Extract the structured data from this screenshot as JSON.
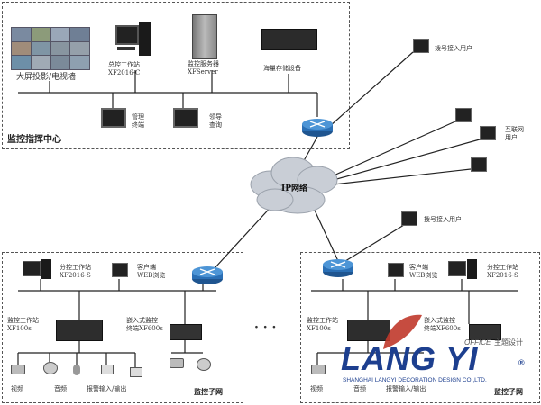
{
  "center": {
    "title": "监控指挥中心",
    "screen_label": "大屏投影/电视墙",
    "master_station": "总控工作站\nXF2016-C",
    "server": "监控服务器\nXFServer",
    "storage": "海量存储设备",
    "mgmt_terminal": "管理\n终端",
    "leader_query": "领导\n查询"
  },
  "network": {
    "label": "IP网络"
  },
  "remote_users": {
    "dial_top": "拨号接入用户",
    "internet": "互联网\n用户",
    "dial_mid": "拨号接入用户"
  },
  "subnet_left": {
    "title": "监控子网",
    "branch_station": "分控工作站\nXF2016-S",
    "client_web": "客户端\nWEB浏览",
    "mon_station": "监控工作站\nXF100s",
    "embedded": "嵌入式监控\n终端XF600s",
    "video": "视频",
    "audio": "音频",
    "alarm": "报警输入/输出"
  },
  "subnet_right": {
    "title": "监控子网",
    "branch_station": "分控工作站\nXF2016-S",
    "client_web": "客户端\nWEB浏览",
    "mon_station": "监控工作站\nXF100s",
    "embedded": "嵌入式监控\n终端XF600s",
    "video": "视频",
    "audio": "音频",
    "alarm": "报警输入/输出"
  },
  "ellipsis": "· · ·",
  "watermark": {
    "brand": "LANG YI",
    "office": "OFFICE",
    "cn": "主題设计",
    "reg": "®",
    "company": "SHANGHAI LANGYI DECORATION DESIGN CO.,LTD."
  },
  "colors": {
    "router": "#2a6fb5",
    "cloud": "#c9ced6",
    "wire": "#222222",
    "brand": "#1d3f8f",
    "brand_red": "#c0392b"
  }
}
